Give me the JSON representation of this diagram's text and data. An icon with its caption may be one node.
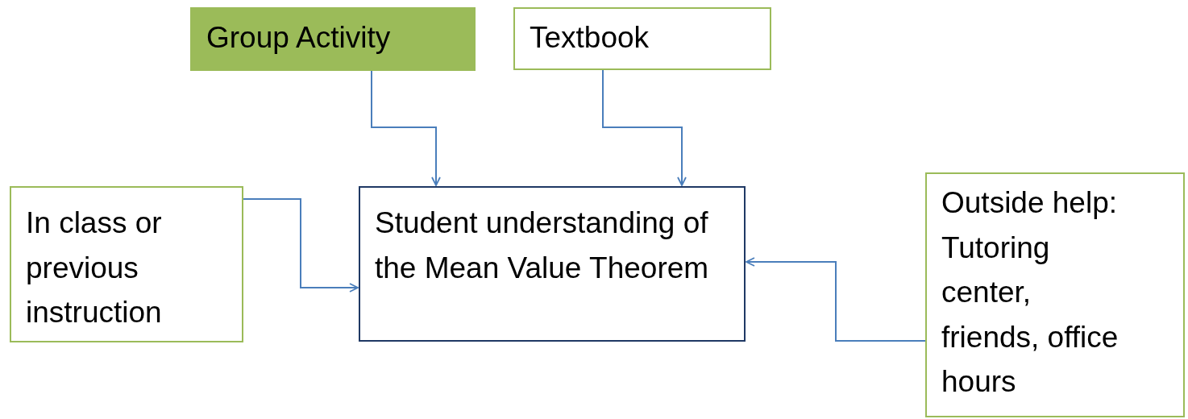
{
  "diagram": {
    "nodes": [
      {
        "text": [
          "Group Activity"
        ]
      },
      {
        "text": [
          "Textbook"
        ]
      },
      {
        "text": [
          "In class or previous instruction"
        ]
      },
      {
        "text": [
          "Student understanding of the Mean Value Theorem"
        ]
      },
      {
        "text": [
          "Outside help: Tutoring center, friends, office hours"
        ]
      }
    ],
    "edges": [
      {
        "from": 0,
        "to": 3,
        "arrow": "to"
      },
      {
        "from": 1,
        "to": 3,
        "arrow": "to"
      },
      {
        "from": 2,
        "to": 3,
        "arrow": "to"
      },
      {
        "from": 4,
        "to": 3,
        "arrow": "to"
      }
    ]
  }
}
